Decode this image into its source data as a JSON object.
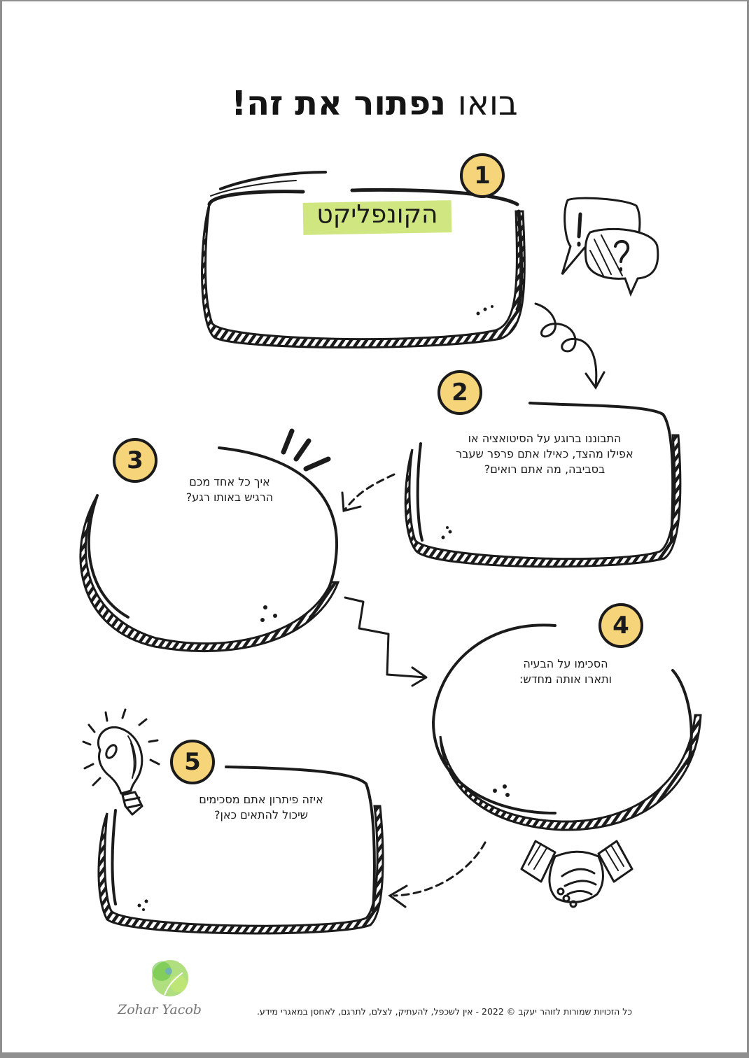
{
  "title": {
    "part1": "בואו",
    "part2": "נפתור את זה!"
  },
  "steps": [
    {
      "number": "1",
      "label": "הקונפליקט"
    },
    {
      "number": "2",
      "lines": [
        "התבוננו ברוגע על הסיטואציה או",
        "אפילו מהצד, כאילו אתם פרפר שעבר",
        "בסביבה, מה אתם רואים?"
      ]
    },
    {
      "number": "3",
      "lines": [
        "איך כל אחד מכם",
        "הרגיש באותו רגע?"
      ]
    },
    {
      "number": "4",
      "lines": [
        "הסכימו על הבעיה",
        "ותארו אותה מחדש:"
      ]
    },
    {
      "number": "5",
      "lines": [
        "איזה פיתרון אתם מסכימים",
        "שיכול להתאים כאן?"
      ]
    }
  ],
  "footer": "כל הזכויות שמורות לזוהר יעקב © 2022 - אין לשכפל, להעתיק, לצלם, לתרגם, לאחסן במאגרי מידע.",
  "logo": {
    "signature": "Zohar Yacob"
  },
  "colors": {
    "badge": "#f6d47a",
    "highlight": "#cfe681",
    "ink": "#1b1b1b"
  }
}
